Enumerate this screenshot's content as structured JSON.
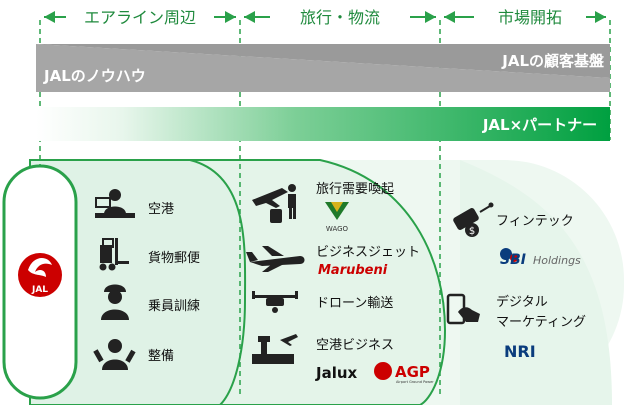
{
  "categories": {
    "airline": "エアライン周辺",
    "travel": "旅行・物流",
    "market": "市場開拓"
  },
  "bands": {
    "knowhow": "JALのノウハウ",
    "customer_base": "JALの顧客基盤",
    "partner": "JAL×パートナー"
  },
  "center_logo": {
    "text": "JAL",
    "color": "#cc0000"
  },
  "airline_items": [
    {
      "icon": "airport-staff-icon",
      "label": "空港"
    },
    {
      "icon": "forklift-icon",
      "label": "貨物郵便"
    },
    {
      "icon": "pilot-icon",
      "label": "乗員訓練"
    },
    {
      "icon": "mechanic-icon",
      "label": "整備"
    }
  ],
  "travel_items": [
    {
      "icon": "travel-icon",
      "label": "旅行需要喚起",
      "partners": [
        {
          "name": "WAGO"
        }
      ]
    },
    {
      "icon": "business-jet-icon",
      "label": "ビジネスジェット",
      "partners": [
        {
          "name": "Marubeni"
        }
      ]
    },
    {
      "icon": "drone-icon",
      "label": "ドローン輸送",
      "partners": []
    },
    {
      "icon": "airport-building-icon",
      "label": "空港ビジネス",
      "partners": [
        {
          "name": "Jalux"
        },
        {
          "name": "AGP",
          "sub": "Airport Ground Power"
        }
      ]
    }
  ],
  "market_items": [
    {
      "icon": "fintech-icon",
      "label": "フィンテック",
      "partners": [
        {
          "name": "SBI",
          "suffix": "Holdings"
        }
      ]
    },
    {
      "icon": "digital-marketing-icon",
      "label_lines": [
        "デジタル",
        "マーケティング"
      ],
      "partners": [
        {
          "name": "NRI"
        }
      ]
    }
  ],
  "colors": {
    "green": "#00a040",
    "light_green": "#e6f5eb",
    "gray_band": "#a0a0a0",
    "red": "#cc0000",
    "navy": "#0a3c7d"
  }
}
